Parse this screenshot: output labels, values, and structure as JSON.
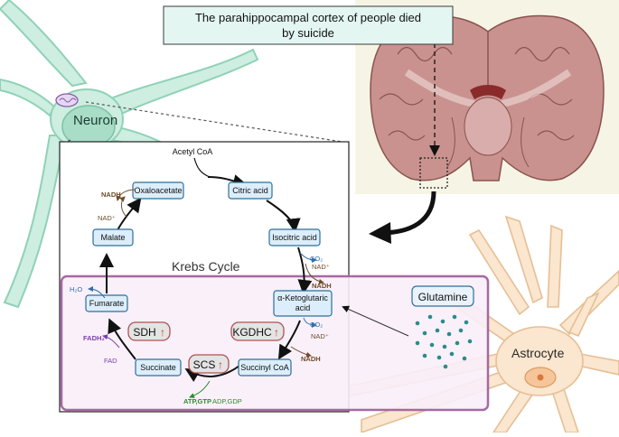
{
  "title": "The parahippocampal cortex of people died by suicide",
  "title_line1": "The parahippocampal cortex of people died",
  "title_line2": "by suicide",
  "labels": {
    "neuron": "Neuron",
    "astrocyte": "Astrocyte",
    "krebs_cycle": "Krebs Cycle",
    "glutamine": "Glutamine"
  },
  "krebs_nodes": {
    "acetyl_coa": "Acetyl CoA",
    "oxaloacetate": "Oxaloacetate",
    "citric_acid": "Citric acid",
    "isocitric_acid": "Isocitric acid",
    "a_ketoglutaric_1": "α-Ketoglutaric",
    "a_ketoglutaric_2": "acid",
    "succinyl_coa": "Succinyl CoA",
    "succinate": "Succinate",
    "fumarate": "Fumarate",
    "malate": "Malate"
  },
  "enzymes": {
    "sdh": "SDH",
    "kgdhc": "KGDHC",
    "scs": "SCS",
    "arrow": "↑"
  },
  "cofactors": {
    "nadh": "NADH",
    "nad_plus": "NAD⁺",
    "co2": "CO₂",
    "h2o": "H₂O",
    "fadh2": "FADH₂",
    "fad": "FAD",
    "atp_gtp": "ATP,GTP",
    "adp_gdp": "ADP,GDP"
  },
  "colors": {
    "neuron_fill": "#cdeee0",
    "neuron_stroke": "#8fd2b6",
    "astrocyte_fill": "#fbe6cf",
    "astrocyte_stroke": "#e6bf95",
    "mito_fill": "#f8eef8",
    "mito_stroke": "#a56aa0",
    "node_fill": "#dceefb",
    "node_stroke": "#2f6f98",
    "enzyme_fill": "#e4e4e4",
    "enzyme_stroke": "#b05050",
    "enzyme_arrow": "#c0392b",
    "title_fill": "#e3f6f1",
    "title_stroke": "#3a3a3a",
    "brain_bg": "#f6f5e5",
    "brain_fill": "#c9928f",
    "nadh_color": "#6e4b2a",
    "co2_color": "#2f6fb0",
    "fad_color": "#7a3fb0",
    "atp_color": "#2e8b2e",
    "dots": "#2a8c8a"
  }
}
